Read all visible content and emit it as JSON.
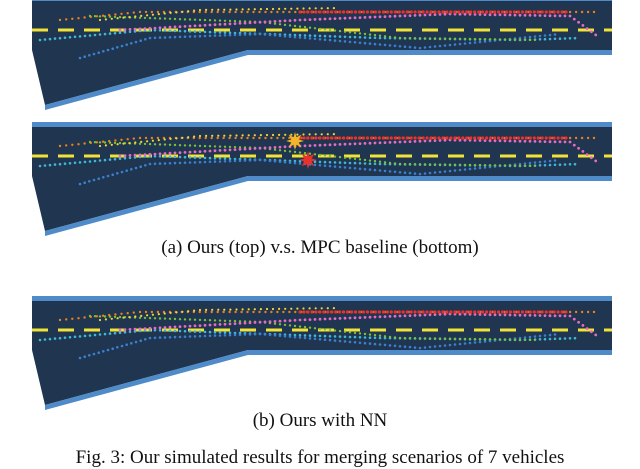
{
  "panels": [
    {
      "caption": ""
    },
    {
      "caption": ""
    },
    {
      "caption": ""
    }
  ],
  "captions": {
    "a": "(a) Ours (top) v.s. MPC baseline (bottom)",
    "b": "(b) Ours with NN"
  },
  "figure_caption": "Fig. 3: Our simulated results for merging scenarios of 7 vehicles",
  "colors": {
    "road": "#1f3550",
    "edge": "#4f8bc9",
    "lane_marking": "#f2e33a",
    "traj_orange": "#f07f1a",
    "traj_red": "#e8322b",
    "traj_pink": "#e86bc2",
    "traj_cyan": "#3fb8d6",
    "traj_green": "#7cbf3a",
    "traj_blue": "#3b7fd1",
    "traj_yellow": "#f0d63c"
  },
  "crash_icon": "explosion-icon"
}
